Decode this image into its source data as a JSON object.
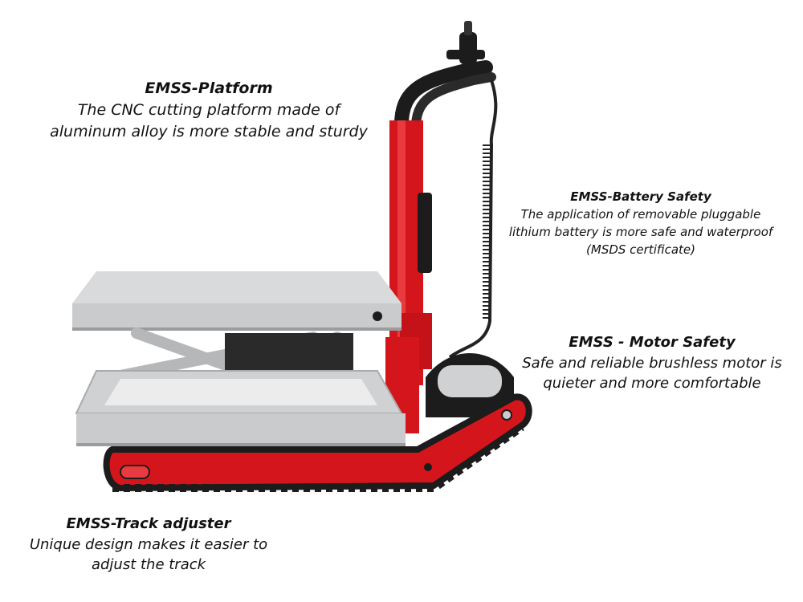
{
  "callouts": {
    "platform": {
      "title": "EMSS-Platform",
      "line1": "The CNC cutting platform made of",
      "line2": "aluminum alloy is more stable and sturdy"
    },
    "battery": {
      "title": "EMSS-Battery Safety",
      "line1": "The application of removable pluggable",
      "line2": "lithium battery is more safe and waterproof",
      "line3": "(MSDS certificate)"
    },
    "motor": {
      "title": "EMSS - Motor Safety",
      "line1": "Safe and reliable brushless motor is",
      "line2": "quieter and more comfortable"
    },
    "track": {
      "title": "EMSS-Track adjuster",
      "line1": "Unique design makes it easier to",
      "line2": "adjust the track"
    }
  },
  "colors": {
    "frame_red": "#d4161c",
    "platform_gray": "#c9cbcd",
    "dark": "#1c1c1c"
  }
}
